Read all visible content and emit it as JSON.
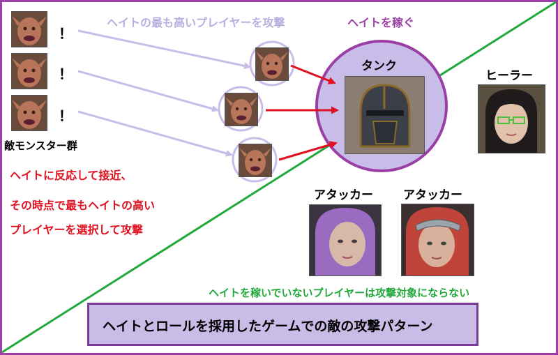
{
  "labels": {
    "attack_highest_hate": "ヘイトの最も高いプレイヤーを攻撃",
    "earn_hate": "ヘイトを稼ぐ",
    "enemy_group": "敵モンスター群",
    "behavior_line1": "ヘイトに反応して接近、",
    "behavior_line2": "その時点で最もヘイトの高い",
    "behavior_line3": "プレイヤーを選択して攻撃",
    "tank": "タンク",
    "healer": "ヒーラー",
    "attacker1": "アタッカー",
    "attacker2": "アタッカー",
    "non_target_note": "ヘイトを稼いでいないプレイヤーは攻撃対象にならない",
    "exclamation": "！",
    "caption": "ヘイトとロールを採用したゲームでの敵の攻撃パターン"
  },
  "colors": {
    "frame": "#9b3fa6",
    "purple_text": "#9b3fa6",
    "lavender_text": "#b7aee0",
    "red_text": "#e01020",
    "green_text": "#22a83a",
    "diagonal_line": "#22a83a",
    "tank_circle_fill": "#c7bde8",
    "tank_circle_stroke": "#9b3fa6",
    "enemy_circle_stroke": "#c7bde8",
    "lavender_arrow": "#c7bde8",
    "red_arrow": "#e01020",
    "caption_box_fill": "#c9bde8",
    "caption_box_stroke": "#7a3a96",
    "goblin_skin": "#b8755a",
    "tank_helmet": "#3b4048",
    "healer_hair": "#1f1b1b",
    "attacker1_hair": "#9a6bc0",
    "attacker2_hair": "#c0443a"
  },
  "icons": {
    "enemy": "goblin-face-icon",
    "tank": "knight-helmet-icon",
    "healer": "healer-portrait-icon",
    "attacker": "attacker-portrait-icon"
  }
}
